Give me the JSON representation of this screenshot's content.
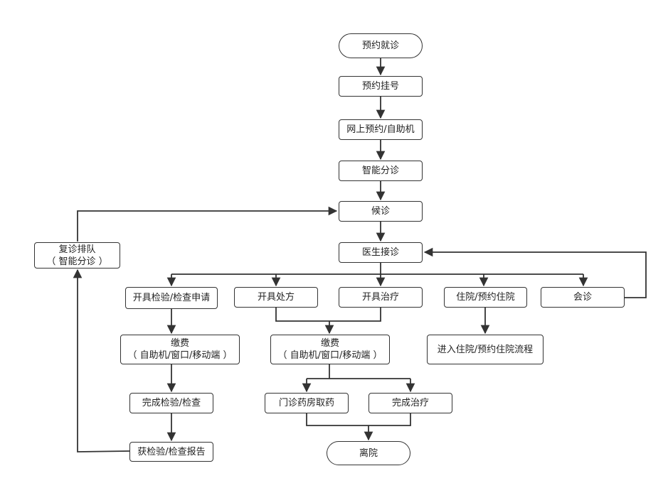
{
  "diagram": {
    "nodes": {
      "appointment_visit": "预约就诊",
      "appointment_register": "预约挂号",
      "online_kiosk": "网上预约/自助机",
      "smart_triage": "智能分诊",
      "waiting": "候诊",
      "doctor_reception": "医生接诊",
      "revisit_queue": {
        "line1": "复诊排队",
        "line2": "（ 智能分诊 ）"
      },
      "exam_request": "开具检验/检查申请",
      "prescription": "开具处方",
      "treatment": "开具治疗",
      "hospitalization": "住院/预约住院",
      "consultation": "会诊",
      "payment_left": {
        "line1": "缴费",
        "line2": "（ 自助机/窗口/移动端 ）"
      },
      "payment_mid": {
        "line1": "缴费",
        "line2": "（ 自助机/窗口/移动端 ）"
      },
      "admission_flow": "进入住院/预约住院流程",
      "exam_complete": "完成检验/检查",
      "pharmacy_pickup": "门诊药房取药",
      "treatment_complete": "完成治疗",
      "get_report": "获检验/检查报告",
      "discharge": "离院"
    },
    "colors": {
      "stroke": "#333333",
      "text": "#222222",
      "background": "#ffffff"
    }
  }
}
